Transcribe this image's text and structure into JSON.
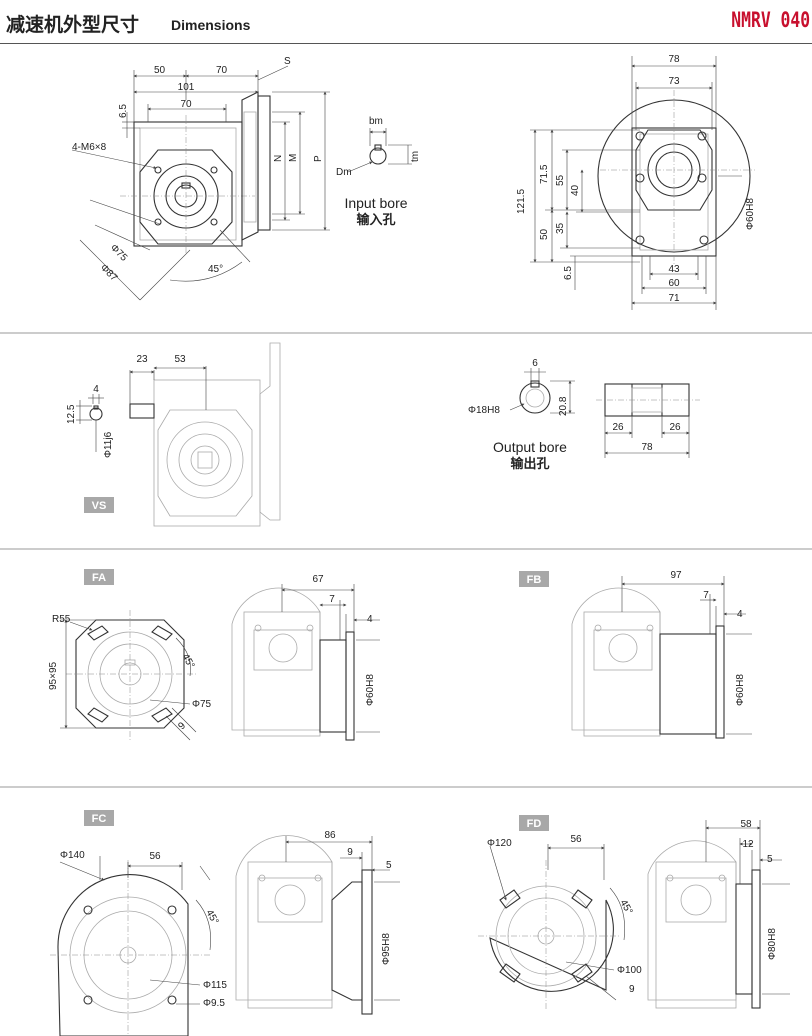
{
  "header": {
    "title_cn": "减速机外型尺寸",
    "title_en": "Dimensions",
    "model": "NMRV 040"
  },
  "colors": {
    "model_red": "#c8102e",
    "badge_gray": "#a8a8a8",
    "rule": "#555555"
  },
  "section1": {
    "left_dims": {
      "d50": "50",
      "d70a": "70",
      "d101": "101",
      "d65": "6.5",
      "d70b": "70",
      "S": "S",
      "N": "N",
      "M": "M",
      "P": "P",
      "holes": "4-M6×8",
      "phi75": "Φ75",
      "phi87": "Φ87",
      "ang45": "45°"
    },
    "input_bore": {
      "bm": "bm",
      "Dm": "Dm",
      "tm": "tm",
      "label_en": "Input bore",
      "label_cn": "输入孔"
    },
    "right_dims": {
      "d78": "78",
      "d73": "73",
      "d1215": "121.5",
      "d715": "71.5",
      "d55": "55",
      "d40": "40",
      "d50": "50",
      "d35": "35",
      "d65": "6.5",
      "d43": "43",
      "d60": "60",
      "d71": "71",
      "phi60h8": "Φ60H8"
    }
  },
  "section2": {
    "vs_dims": {
      "d23": "23",
      "d53": "53",
      "d4": "4",
      "d125": "12.5",
      "phi11j6": "Φ11j6"
    },
    "badge": "VS",
    "output_bore": {
      "d6": "6",
      "phi18h8": "Φ18H8",
      "d208": "20.8",
      "label_en": "Output bore",
      "label_cn": "输出孔"
    },
    "shaft_dims": {
      "d26a": "26",
      "d26b": "26",
      "d78": "78"
    }
  },
  "section3": {
    "fa": {
      "badge": "FA",
      "r55": "R55",
      "sq": "95×95",
      "ang45": "45°",
      "phi75": "Φ75",
      "d9": "9",
      "d67": "67",
      "d7": "7",
      "d4": "4",
      "phi60h8": "Φ60H8"
    },
    "fb": {
      "badge": "FB",
      "d97": "97",
      "d7": "7",
      "d4": "4",
      "phi60h8": "Φ60H8"
    }
  },
  "section4": {
    "fc": {
      "badge": "FC",
      "phi140": "Φ140",
      "d56": "56",
      "ang45": "45°",
      "phi115": "Φ115",
      "phi95": "Φ9.5",
      "d86": "86",
      "d9": "9",
      "d5": "5",
      "phi95h8": "Φ95H8"
    },
    "fd": {
      "badge": "FD",
      "phi120": "Φ120",
      "d56": "56",
      "ang45": "45°",
      "phi100": "Φ100",
      "d9": "9",
      "d58": "58",
      "d12": "12",
      "d5": "5",
      "phi80h8": "Φ80H8"
    }
  }
}
